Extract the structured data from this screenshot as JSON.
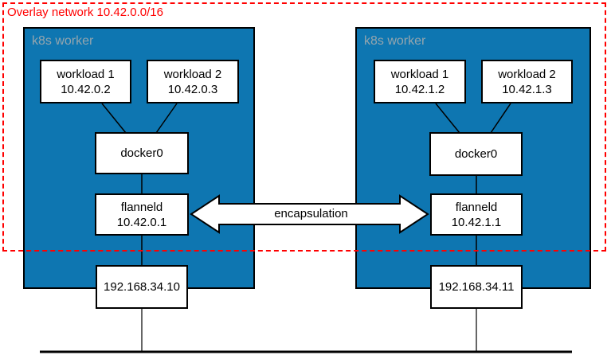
{
  "title": "Overlay network 10.42.0.0/16",
  "colors": {
    "overlay_border": "#ff0000",
    "title_text": "#ff0000",
    "worker_fill": "#0e76b1",
    "worker_border": "#000000",
    "worker_label_text": "#94a5ae",
    "node_fill": "#ffffff",
    "node_border": "#000000",
    "connector": "#000000"
  },
  "workers": [
    {
      "label": "k8s worker",
      "nodes": {
        "workload1": {
          "lines": [
            "workload 1",
            "10.42.0.2"
          ]
        },
        "workload2": {
          "lines": [
            "workload 2",
            "10.42.0.3"
          ]
        },
        "docker0": {
          "lines": [
            "docker0"
          ]
        },
        "flanneld": {
          "lines": [
            "flanneld",
            "10.42.0.1"
          ]
        },
        "host": {
          "lines": [
            "192.168.34.10"
          ]
        }
      }
    },
    {
      "label": "k8s worker",
      "nodes": {
        "workload1": {
          "lines": [
            "workload 1",
            "10.42.1.2"
          ]
        },
        "workload2": {
          "lines": [
            "workload 2",
            "10.42.1.3"
          ]
        },
        "docker0": {
          "lines": [
            "docker0"
          ]
        },
        "flanneld": {
          "lines": [
            "flanneld",
            "10.42.1.1"
          ]
        },
        "host": {
          "lines": [
            "192.168.34.11"
          ]
        }
      }
    }
  ],
  "arrow": {
    "label": "encapsulation"
  }
}
